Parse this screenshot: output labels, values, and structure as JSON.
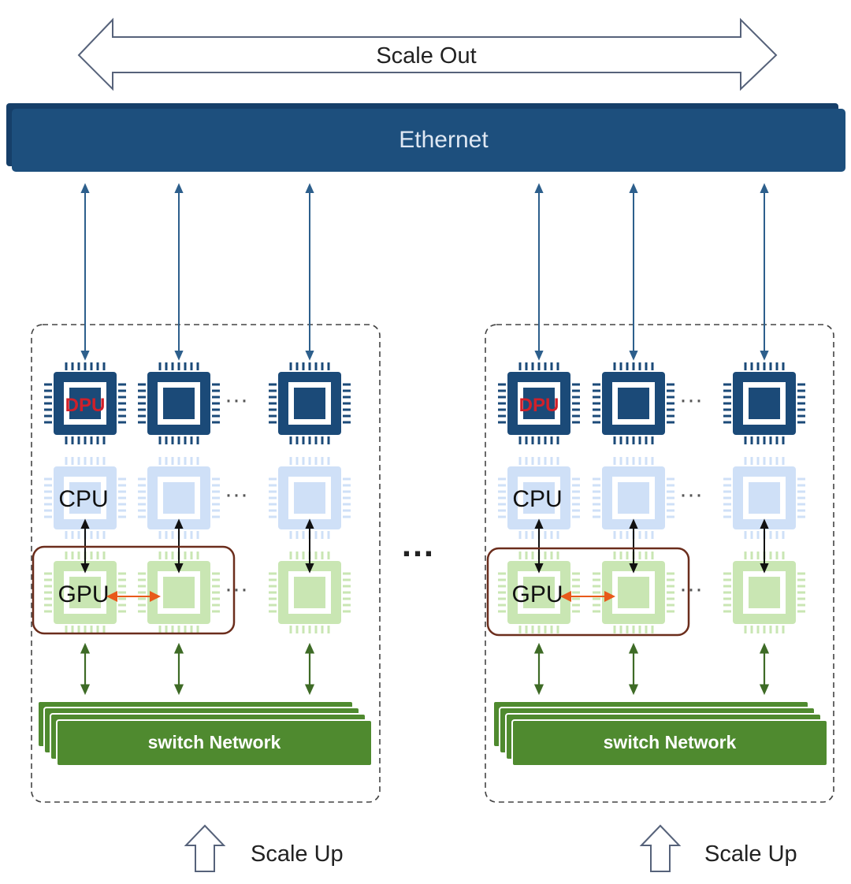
{
  "diagram": {
    "scale_out_label": "Scale Out",
    "ethernet_label": "Ethernet",
    "between_clusters_dots": "…",
    "clusters": [
      {
        "dpu_label": "DPU",
        "cpu_label": "CPU",
        "gpu_label": "GPU",
        "ellipsis": "···",
        "switch_label": "switch Network",
        "scale_up_label": "Scale Up"
      },
      {
        "dpu_label": "DPU",
        "cpu_label": "CPU",
        "gpu_label": "GPU",
        "ellipsis": "···",
        "switch_label": "switch Network",
        "scale_up_label": "Scale Up"
      }
    ],
    "colors": {
      "dpu_blue": "#1b4a78",
      "cpu_light_blue": "#cfe0f7",
      "gpu_light_green": "#c9e6b3",
      "switch_green": "#4f8a2f",
      "ethernet_blue": "#1d4f7d",
      "gpu_group_border": "#6b2d1c",
      "gpu_peer_arrow": "#e8591a",
      "eth_link_arrow": "#2d5f8c",
      "switch_link_arrow": "#3e6b26"
    }
  }
}
